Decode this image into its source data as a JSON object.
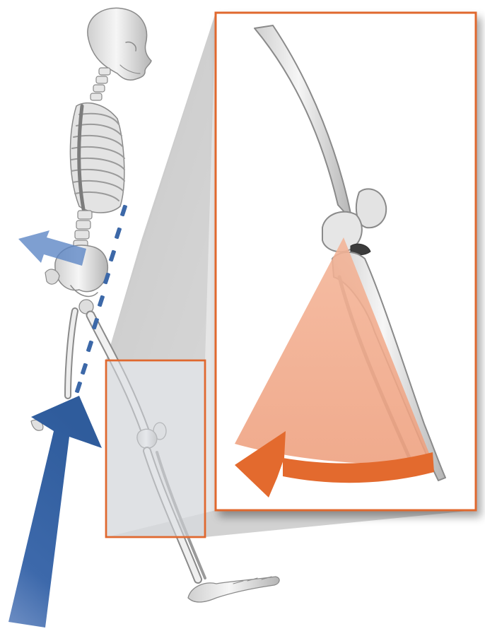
{
  "figure": {
    "subject": "skeleton-side-view-knee-flexion",
    "colors": {
      "background": "#ffffff",
      "bone": "#e9e9e9",
      "bone_shade": "#b9b9b9",
      "bone_outline": "#8a8a8a",
      "zoom_frame": "#e0682f",
      "zoom_panel": "#ffffff",
      "projection_gray": "#c9c9c9",
      "small_box_fill": "#e4e6e8",
      "flexion_wedge": "#f1a88a",
      "flexion_arrow": "#e36a2e",
      "force_arrow": "#3c68a8",
      "momentum_arrow": "#5a84c4",
      "line_of_gravity": "#3c68a8"
    },
    "icons": {
      "ground_reaction_arrow": "up-arrow",
      "trunk_arrow": "left-arrow",
      "flexion_arrow": "curved-left-arrow",
      "gravity_line": "dashed-line"
    }
  }
}
